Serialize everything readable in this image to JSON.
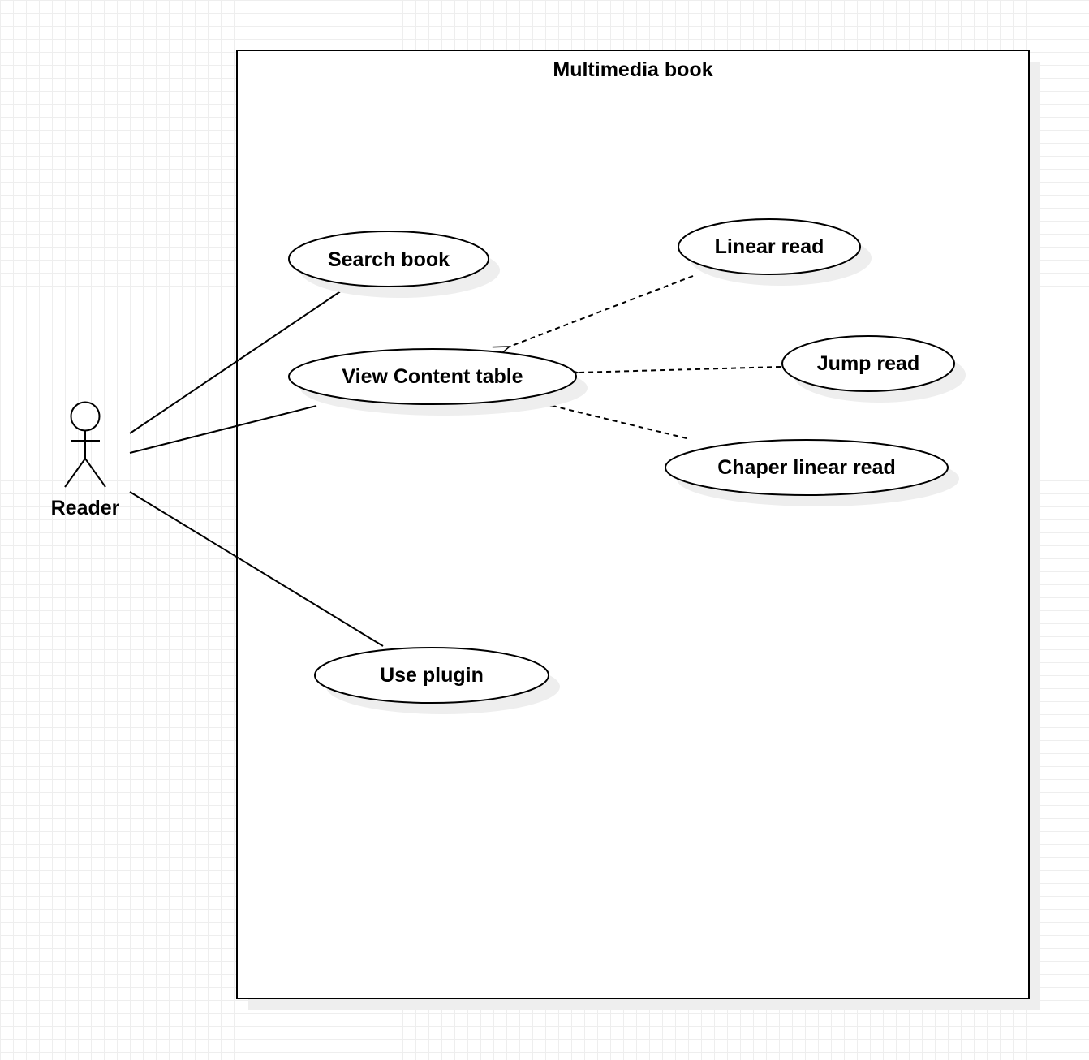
{
  "system": {
    "title": "Multimedia book"
  },
  "actor": {
    "name": "Reader"
  },
  "use_cases": {
    "search_book": "Search book",
    "view_content_table": "View Content table",
    "use_plugin": "Use plugin",
    "linear_read": "Linear read",
    "jump_read": "Jump read",
    "chaper_linear_read": "Chaper linear read"
  },
  "colors": {
    "stroke": "#000000",
    "fill": "#ffffff",
    "shadow": "#eeeeee",
    "grid": "#eeeeee"
  }
}
